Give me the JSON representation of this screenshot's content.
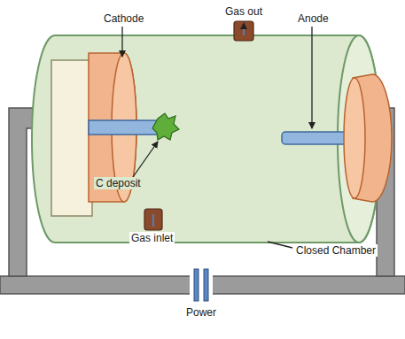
{
  "diagram": {
    "labels": [
      "Gas out",
      "Cathode",
      "Anode",
      "C deposit",
      "Gas inlet",
      "Closed Chamber",
      "Power"
    ]
  }
}
